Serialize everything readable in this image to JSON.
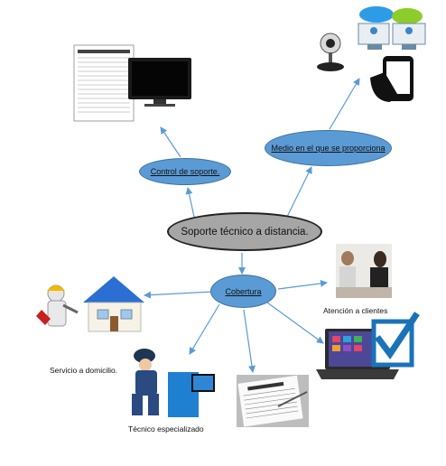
{
  "central_node": {
    "label": "Soporte técnico a distancia."
  },
  "branches": {
    "control": {
      "label": "Control de soporte."
    },
    "medio": {
      "label": "Medio en el que se proporciona"
    },
    "cobertura": {
      "label": "Cobertura"
    }
  },
  "leaf_labels": {
    "atencion": "Atención a clientes",
    "servicio": "Servicio a domicilio.",
    "tecnico": "Técnico especializado"
  },
  "colors": {
    "branch_fill": "#5b9bd5",
    "branch_border": "#41719c",
    "central_fill": "#a6a6a6",
    "arrow": "#5b9bd5"
  }
}
